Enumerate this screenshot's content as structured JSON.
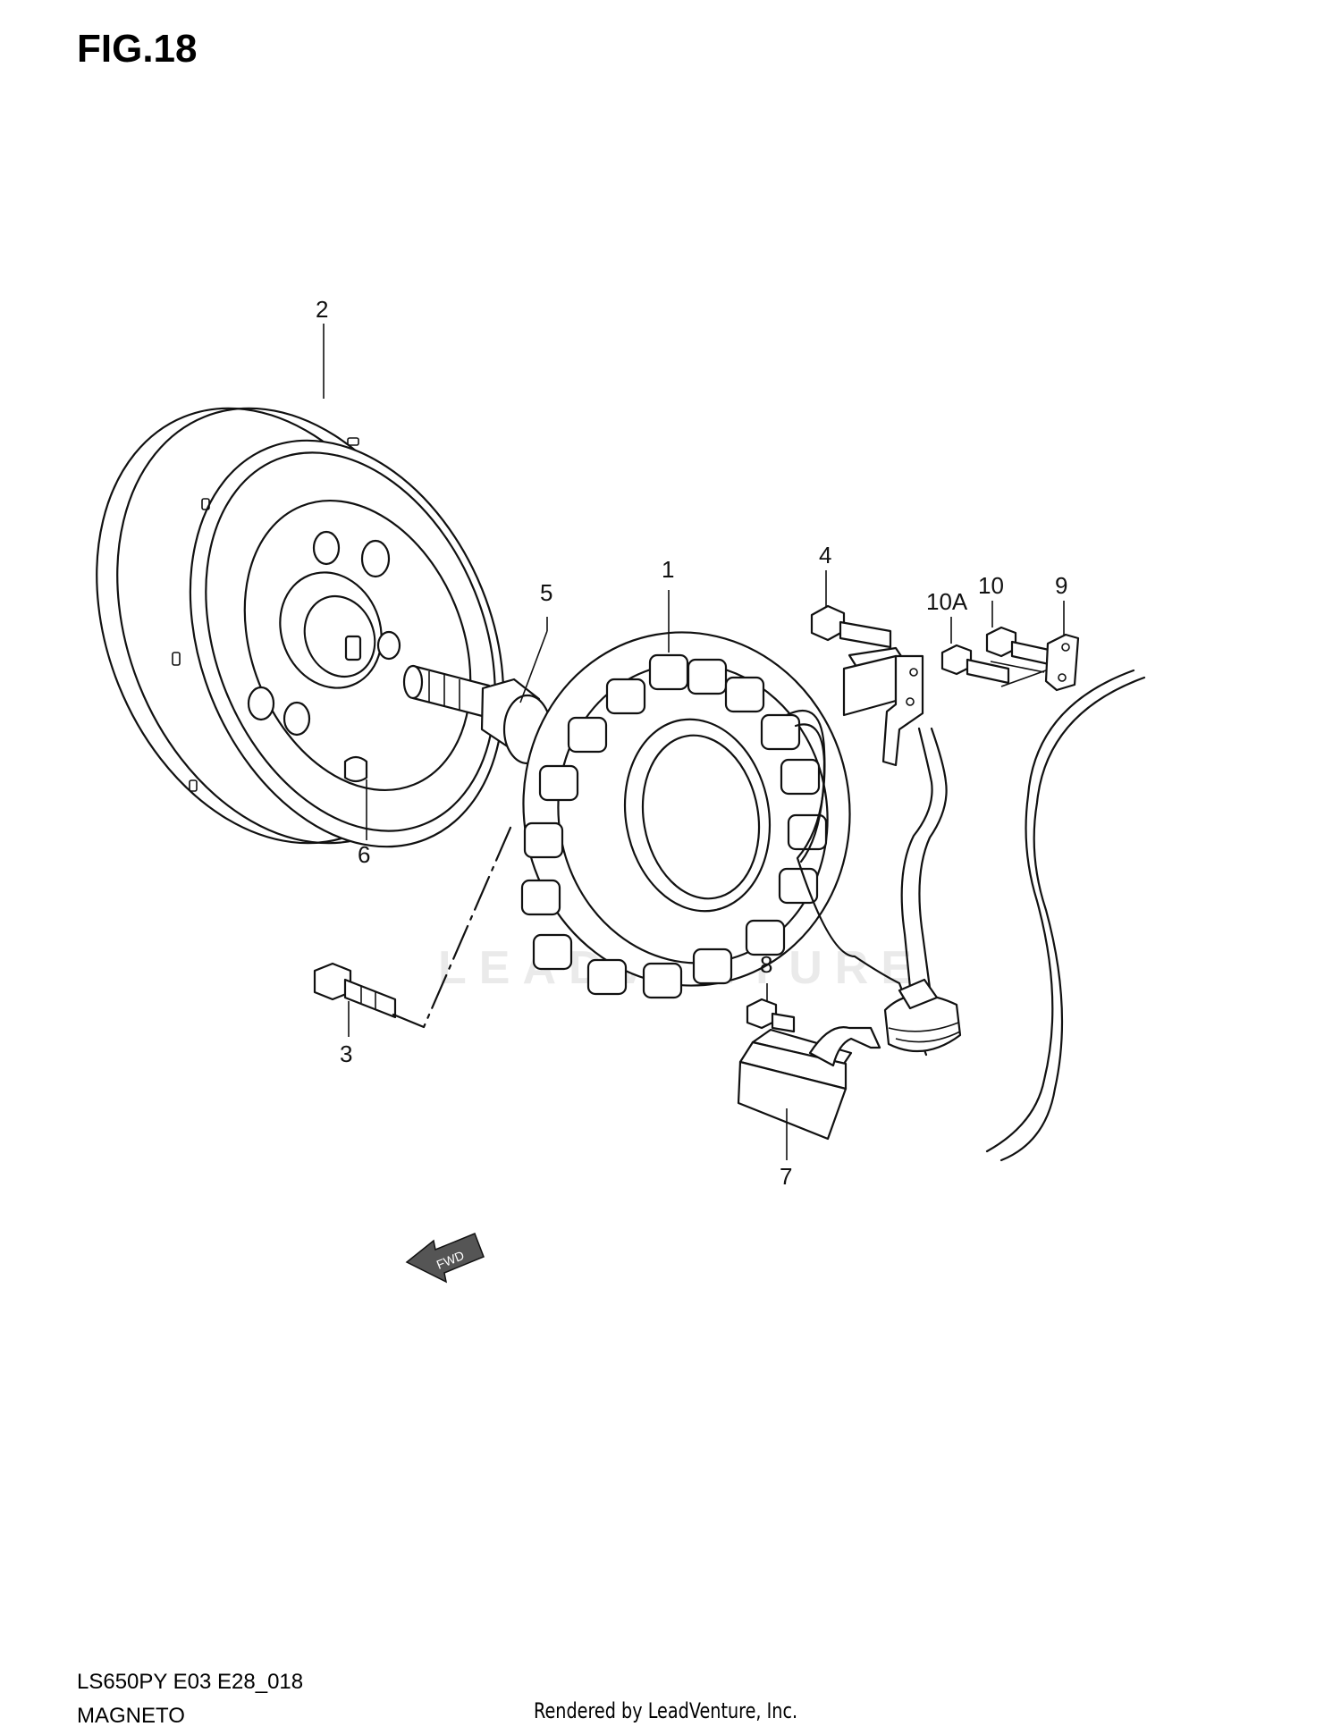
{
  "figure": {
    "title": "FIG.18",
    "code": "LS650PY E03 E28_018",
    "name": "MAGNETO",
    "credit": "Rendered by LeadVenture, Inc.",
    "watermark": "LEADVENTURE",
    "fwd_label": "FWD"
  },
  "callouts": {
    "c1": "1",
    "c2": "2",
    "c3": "3",
    "c4": "4",
    "c5": "5",
    "c6": "6",
    "c7": "7",
    "c8": "8",
    "c9": "9",
    "c10": "10",
    "c10a": "10A"
  }
}
